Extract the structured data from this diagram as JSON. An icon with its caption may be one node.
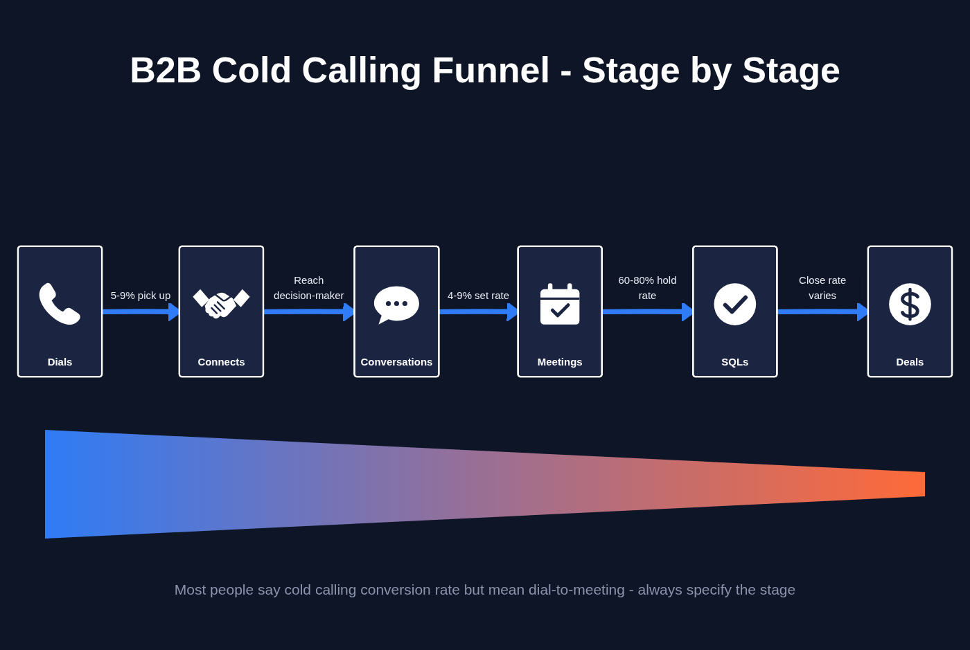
{
  "diagram": {
    "title": "B2B Cold Calling Funnel - Stage by Stage",
    "nodes": [
      {
        "text": [
          "Dials"
        ]
      },
      {
        "text": [
          "Connects"
        ]
      },
      {
        "text": [
          "Conversations"
        ]
      },
      {
        "text": [
          "Meetings"
        ]
      },
      {
        "text": [
          "SQLs"
        ]
      },
      {
        "text": [
          "Deals"
        ]
      }
    ],
    "edges": [
      {
        "from": 0,
        "to": 1,
        "arrow": "to",
        "label": "5-9% pick up"
      },
      {
        "from": 1,
        "to": 2,
        "arrow": "to",
        "label": "Reach decision-maker"
      },
      {
        "from": 2,
        "to": 3,
        "arrow": "to",
        "label": "4-9% set rate"
      },
      {
        "from": 3,
        "to": 4,
        "arrow": "to",
        "label": "60-80% hold rate"
      },
      {
        "from": 4,
        "to": 5,
        "arrow": "to",
        "label": "Close rate varies"
      }
    ],
    "caption": "Most people say cold calling conversion rate but mean dial-to-meeting - always specify the stage"
  }
}
